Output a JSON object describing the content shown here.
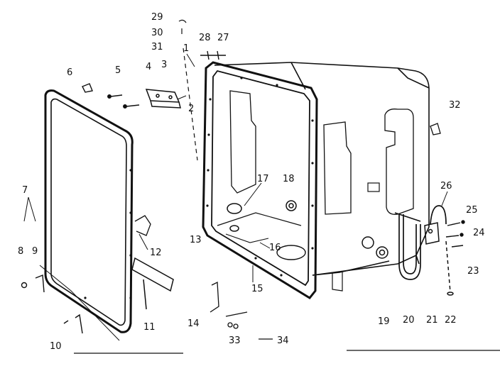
{
  "callouts": [
    "1",
    "2",
    "3",
    "4",
    "5",
    "6",
    "7",
    "8",
    "9",
    "10",
    "11",
    "12",
    "13",
    "14",
    "15",
    "16",
    "17",
    "18",
    "19",
    "20",
    "21",
    "22",
    "23",
    "24",
    "25",
    "26",
    "27",
    "28",
    "29",
    "30",
    "31",
    "32",
    "33",
    "34"
  ],
  "callout_10_text": "10",
  "colors": {
    "ink": "#111111",
    "paper": "#ffffff"
  }
}
